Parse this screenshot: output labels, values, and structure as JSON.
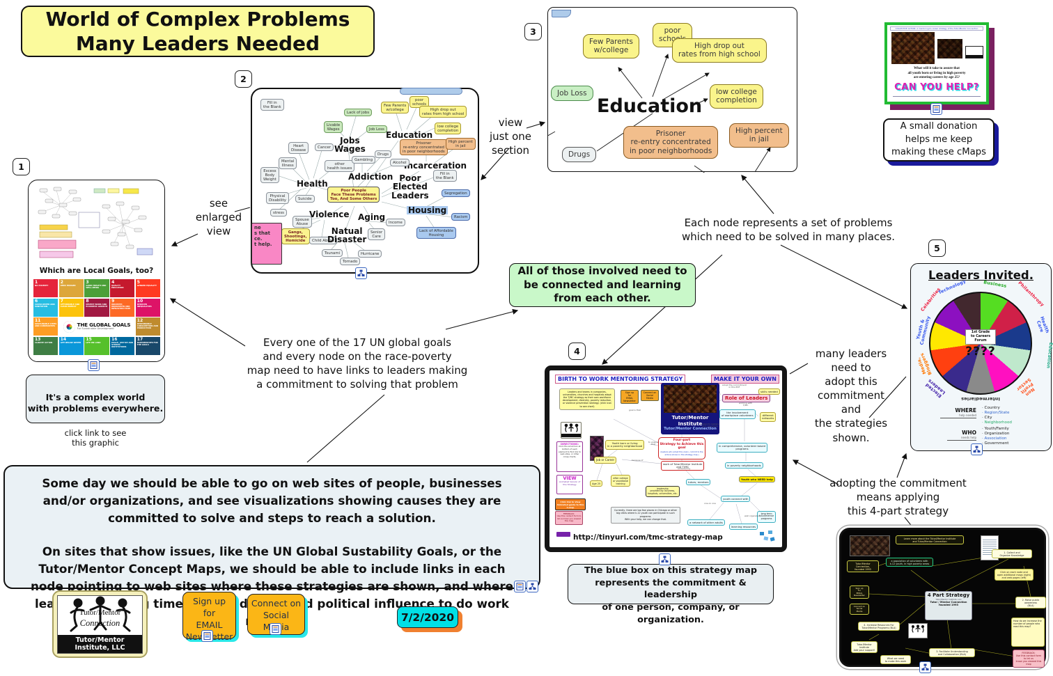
{
  "title": "World of Complex Problems\nMany Leaders Needed",
  "badges": {
    "b1": "1",
    "b2": "2",
    "b3": "3",
    "b4": "4",
    "b5": "5"
  },
  "annotations": {
    "see_enlarged": "see\nenlarged\nview",
    "view_section": "view\njust one\nsection",
    "each_node": "Each node represents a set of problems\nwhich need to be solved in many places.",
    "connected": "All of those involved need to\nbe connected and learning\nfrom each other.",
    "every_goal": "Every one of the 17 UN global goals\nand every node on the race-poverty\nmap need to have links to leaders making\na commitment to solving that problem",
    "many_leaders": "many leaders\nneed to\nadopt this\ncommitment\nand\nthe strategies\nshown.",
    "adopting": "adopting the commitment\nmeans applying\nthis 4-part strategy",
    "someday_p1": "Some day we should be able to go on web sites of people, businesses and/or organizations, and see visualizations showing causes they are committed to solve and steps to reach a solution.",
    "someday_p2": "On sites that show issues, like the UN Global Sustability Goals, or the Tutor/Mentor Concept Maps, we should be able to include links in each node pointing to web sites where these strategies are shown, and where leaders are using time, talent, dollars and political influence to do work needed."
  },
  "image1": {
    "heading": "Which are Local Goals, too?",
    "logo_title": "THE GLOBAL GOALS",
    "logo_sub": "For Sustainable Development",
    "goals": [
      {
        "n": "1",
        "label": "NO POVERTY",
        "color": "#E5243B"
      },
      {
        "n": "2",
        "label": "ZERO HUNGER",
        "color": "#DDA63A"
      },
      {
        "n": "3",
        "label": "GOOD HEALTH AND WELL-BEING",
        "color": "#4C9F38"
      },
      {
        "n": "4",
        "label": "QUALITY EDUCATION",
        "color": "#C5192D"
      },
      {
        "n": "5",
        "label": "GENDER EQUALITY",
        "color": "#FF3A21"
      },
      {
        "n": "6",
        "label": "CLEAN WATER AND SANITATION",
        "color": "#26BDE2"
      },
      {
        "n": "7",
        "label": "AFFORDABLE AND CLEAN ENERGY",
        "color": "#FCC30B"
      },
      {
        "n": "8",
        "label": "DECENT WORK AND ECONOMIC GROWTH",
        "color": "#A21942"
      },
      {
        "n": "9",
        "label": "INDUSTRY, INNOVATION AND INFRASTRUCTURE",
        "color": "#FD6925"
      },
      {
        "n": "10",
        "label": "REDUCED INEQUALITIES",
        "color": "#DD1367"
      },
      {
        "n": "11",
        "label": "SUSTAINABLE CITIES AND COMMUNITIES",
        "color": "#FD9D24"
      },
      {
        "n": "12",
        "label": "RESPONSIBLE CONSUMPTION AND PRODUCTION",
        "color": "#BF8B2E"
      },
      {
        "n": "13",
        "label": "CLIMATE ACTION",
        "color": "#3F7E44"
      },
      {
        "n": "14",
        "label": "LIFE BELOW WATER",
        "color": "#0A97D9"
      },
      {
        "n": "15",
        "label": "LIFE ON LAND",
        "color": "#56C02B"
      },
      {
        "n": "16",
        "label": "PEACE, JUSTICE AND STRONG INSTITUTIONS",
        "color": "#00689D"
      },
      {
        "n": "17",
        "label": "PARTNERSHIPS FOR THE GOALS",
        "color": "#19486A"
      }
    ],
    "caption_bold": "It's a complex world\nwith problems everywhere.",
    "caption_normal": "click link to see\nthis graphic"
  },
  "image2": {
    "center": "Poor People\nFace These Problems\nToo, And Some Others",
    "hubs": {
      "jobs": "Jobs\nWages",
      "education": "Education",
      "health": "Health",
      "addiction": "Addiction",
      "incarceration": "Incarceration",
      "poor_elected": "Poor\nElected\nLeaders",
      "violence": "Violence",
      "aging": "Aging",
      "housing": "Housing",
      "natural": "Natual\nDisaster"
    },
    "nodes": {
      "fill1": "Fill in\nthe Blank",
      "lack": "Lack of jobs",
      "livable": "Livable\nWages",
      "jobloss": "Job Loss",
      "fewpar": "Few Parents\nw/college",
      "poorsch": "poor\nschools",
      "highdrop": "High drop out\nrates from high school",
      "lowcol": "low college\ncompletion",
      "prisoner": "Prisoner\nre-entry concentrated\nin poor neighborhoods",
      "highjail": "High percent\nin jail",
      "heart": "Heart\nDisease",
      "cancer": "Cancer",
      "mental": "Mental\nIllness",
      "excess": "Excess\nBody\nWeight",
      "other": "other\nhealth issues",
      "gambling": "Gambling",
      "drugs": "Drugs",
      "alcohol": "Alcohol",
      "fill2": "Fill in\nthe Blank",
      "physical": "Physical\nDisability",
      "suicide": "Suicide",
      "stress": "stress",
      "spouse": "Spouse\nAbuse",
      "gangs": "Gangs,\nShootings,\nHomicide",
      "childab": "Child Abuse",
      "income": "Income",
      "senior": "Senior\nCare",
      "tsunami": "Tsunami",
      "tornado": "Tornado",
      "hurricane": "Hurricane",
      "segregation": "Segregation",
      "racism": "Racism",
      "lackaff": "Lack of Affordable\nHousing",
      "pink_partial": "ne\ns that\nce.\nt help."
    }
  },
  "image3": {
    "education": "Education",
    "nodes": {
      "fewpar": "Few Parents\nw/college",
      "poorsch": "poor\nschools",
      "highdrop": "High drop out\nrates from high school",
      "jobloss": "Job Loss",
      "lowcol": "low college\ncompletion",
      "prisoner": "Prisoner\nre-entry concentrated\nin poor neighborhoods",
      "highjail": "High percent\nin jail",
      "drugs": "Drugs"
    }
  },
  "image4": {
    "header_left": "BIRTH TO WORK MENTORING STRATEGY",
    "header_right": "MAKE IT YOUR OWN",
    "role": "Role of Leaders",
    "institute": "Tutor/Mentor Institute",
    "connection": "Tutor/Mentor Connection",
    "yellow_note": "Leaders and teams in companies, universities, churches and hospitals adopt the T/MC strategy as their own workforce development, diversity, poverty reduction, or violence prevention strategy. (click icon to see chart)",
    "four_part": "Four-part\nStrategy to Achieve this goal",
    "four_part_sub": "(leaders who adopt this vision, commit to the actions shown in this strategy map.)",
    "url": "http://tinyurl.com/tmc-strategy-map",
    "signup": "Sign up\nfor\nEMAIL\nNewsletter",
    "connect": "Connect on\nSocial\nMedia",
    "directions_title": "DIRECTIONS:",
    "directions": "Click the small box at bottom of each element to find link to web sites, or other cmap charts.",
    "view_title": "VIEW",
    "view": "Animated Version of this Strategy",
    "animated": "Click link to View Animated guide to this C-map",
    "feedback": "FEEDBACK:\nUse this contact form to let us know you viewed this map",
    "currently": "Currently, there are too few places in Chicago or other big cities where k-12 youth can participate in such programs.\nWith your help, we can change that.",
    "nodes": {
      "youth_born": "Youth born or living\nin a poverty neighborhood",
      "involvement": "the involvement\nof workplace volunteers",
      "comprehensive": "in comprehensive, volunteer based\nprograms",
      "in_poverty": "in poverty neighborhoods",
      "youth_need": "Youth who NEED help",
      "tutors": "tutors, mentors",
      "youth_connect": "youth connect with",
      "network": "a network of other adults",
      "learning": "learning resources",
      "longterm": "long term\ntutor/mentor\nprograms",
      "work_tmi": "work of Tutor/Mentor Institute\nand T/MC",
      "leadership": "leadership\nprovided by: business,\nhospitals, universities, etc.",
      "job_career": "Job or Career",
      "after_college": "after college\nor vocational\ntraining",
      "age25": "Age 25",
      "skills": "skills needed",
      "networks": "different\nnetworks"
    },
    "links": {
      "goal": "goal is that",
      "achieved": "achieved by",
      "because": "because of",
      "supports": "supports",
      "supports2": "supports leaders\nand volunteers",
      "working": "working with\nT/MC",
      "one_on_one": "one on one",
      "well_org": "well organized",
      "to_ensure": "to ensure\nthat",
      "adopt": "Adopt the commitment\nin this PDF"
    }
  },
  "image4_caption": "The blue box on this strategy map\nrepresents the commitment & leadership\nof one person, company, or organization.",
  "image5": {
    "title": "Leaders Invited.",
    "center_box": "1st Grade\nto Careers\nForum",
    "question": "????",
    "wheel": {
      "segments": [
        {
          "label": "Business",
          "color": "#55DD22"
        },
        {
          "label": "Philanthropy",
          "color": "#D02048"
        },
        {
          "label": "Health Care",
          "color": "#1A3A8C"
        },
        {
          "label": "Education",
          "color": "#BFE8CC"
        },
        {
          "label": "Non Profit Sector",
          "color": "#FF10C0"
        },
        {
          "label": "Intermediaries",
          "color": "#8A8A8A"
        },
        {
          "label": "Elected Leaders",
          "color": "#3A2A8C"
        },
        {
          "label": "Media, Bloggers",
          "color": "#FF4010"
        },
        {
          "label": "Youth & Community",
          "color": "#FFE800"
        },
        {
          "label": "Celebrities",
          "color": "#8C10C0"
        },
        {
          "label": "Technology",
          "color": "#42282E"
        }
      ]
    },
    "labels": {
      "technology": "Technology",
      "business": "Business",
      "philanthropy": "Philanthropy",
      "health": "Health\nCare",
      "education": "Education",
      "nonprofit": "Non\nProfit\nSector",
      "intermediaries": "Intermediaries",
      "elected": "Elected\nLeaders",
      "media": "Media,\nBloggers",
      "youth": "Youth &\nCommunity",
      "celebrities": "Celebrities"
    },
    "where_title": "WHERE",
    "where_sub": "help needed",
    "where": [
      {
        "t": "·  Country",
        "c": "#222222"
      },
      {
        "t": "·  Region/State",
        "c": "#3366CC"
      },
      {
        "t": "·  City",
        "c": "#222222"
      },
      {
        "t": "·  Neighborhood",
        "c": "#22AA66"
      }
    ],
    "who_title": "WHO",
    "who_sub": "needs help",
    "who": [
      {
        "t": "·  Youth/Family",
        "c": "#222222"
      },
      {
        "t": "·  Organization",
        "c": "#222222"
      },
      {
        "t": "·  Association",
        "c": "#3366CC"
      },
      {
        "t": "·  Government",
        "c": "#222222"
      }
    ]
  },
  "strategy_map": {
    "title": "4 Part Strategy",
    "sub1": "Tutor/Mentor Institute, LLC",
    "sub2": "Tutor / Mentor Connection\nfounded 1993",
    "learn_more": "Learn more about the Tutor/Mentor Institute\nand Tutor/Mentor Connection",
    "population": "a population of volunteers with\nk-12 youth, in high poverty areas",
    "founded": "Tutor/Mentor Connection,\nfounded 1993",
    "n1": "1. Collect and\nOrganize Knowledge",
    "n2": "2. Raise public\nawareness\n(BLA)",
    "n3": "3. Facilitate Understanding\nand Collaboration (BLA)",
    "n4": "4. Increase Resources For\nTutor/Mentor Programs (BLA)",
    "note1": "Click on each node and\nopen additional maps (right)\nand web pages (left)",
    "signup": "Sign up\nfor\nEMAIL\nNewsletter",
    "connect": "Connect on\nSocial\nMedia",
    "support": "Tutor/Mentor\nInstitute\nAdd your support!",
    "what_need": "What we need\nto make this work",
    "how": "How do we increase the\nnumber of people who\nread this map?",
    "feedback": "FEEDBACK:\nUse this contact form to let us\nknow you viewed this map"
  },
  "donation": {
    "header": "COLLECTIVE ACTION: A mentoring-to-career strategy of the Tutor/Mentor Connection",
    "question": "What will it take to assure that\nall youth born or living in high poverty\nare entering careers by age 25?",
    "help": "CAN YOU HELP?",
    "caption": "A small donation\nhelps me keep\nmaking these cMaps"
  },
  "footer": {
    "logo_top": "Tutor/Mentor",
    "logo_mid": "Connection",
    "logo_bottom": "Tutor/Mentor Institute, LLC",
    "signup": "Sign up\nfor\nEMAIL\nNewsletter",
    "connect": "Connect on\nSocial\nMedia",
    "date": "7/2/2020"
  }
}
